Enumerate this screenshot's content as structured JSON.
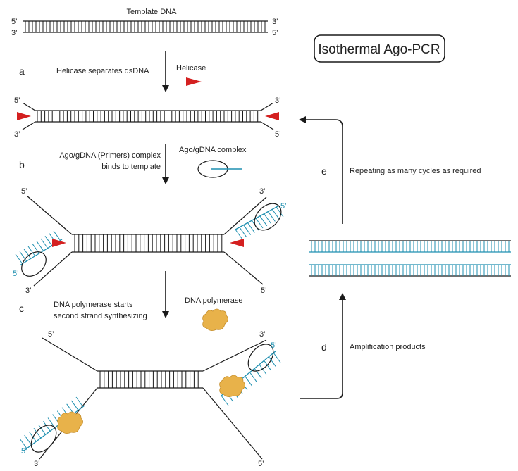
{
  "title": "Isothermal Ago-PCR",
  "template_label": "Template DNA",
  "ends": {
    "five": "5’",
    "three": "3’"
  },
  "steps": {
    "a": {
      "letter": "a",
      "text": "Helicase separates dsDNA",
      "legend": "Helicase"
    },
    "b": {
      "letter": "b",
      "text_line1": "Ago/gDNA (Primers) complex",
      "text_line2": "binds to template",
      "legend": "Ago/gDNA complex"
    },
    "c": {
      "letter": "c",
      "text_line1": "DNA polymerase starts",
      "text_line2": "second strand synthesizing",
      "legend": "DNA polymerase"
    },
    "d": {
      "letter": "d",
      "text": "Amplification products"
    },
    "e": {
      "letter": "e",
      "text": "Repeating as many cycles as required"
    }
  },
  "colors": {
    "strand": "#1a1a1a",
    "primer": "#1e8fb0",
    "helicase": "#d42020",
    "polymerase": "#e8b24a"
  }
}
